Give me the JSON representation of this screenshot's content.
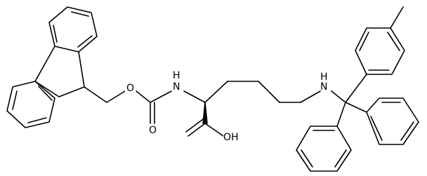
{
  "atom_labels": {
    "ester_oxygen": "O",
    "carbonyl_oxygen": "O",
    "carbamate_nh": "H",
    "carbamate_n": "N",
    "acid_oh": "OH",
    "amine_nh": "H",
    "amine_n": "N"
  }
}
